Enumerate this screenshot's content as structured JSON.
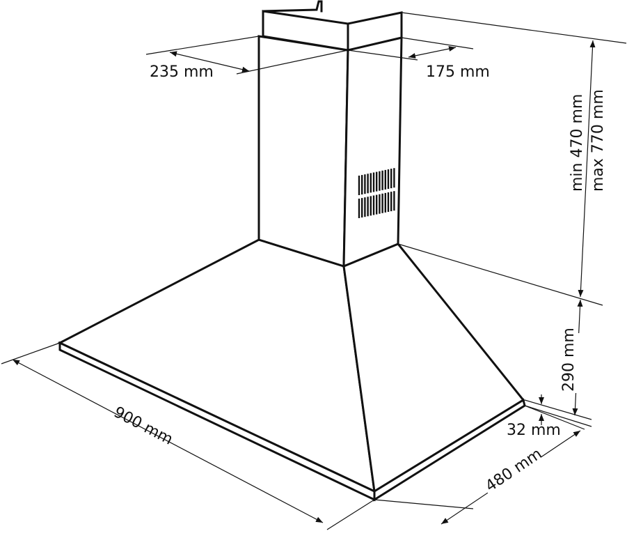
{
  "dimensions": {
    "chimney_width": "235 mm",
    "chimney_depth": "175 mm",
    "chimney_height_min": "min 470 mm",
    "chimney_height_max": "max 770 mm",
    "canopy_height": "290 mm",
    "rim_thickness": "32 mm",
    "hood_width": "900 mm",
    "hood_depth": "480 mm"
  },
  "colors": {
    "line": "#111111",
    "background": "#ffffff"
  }
}
